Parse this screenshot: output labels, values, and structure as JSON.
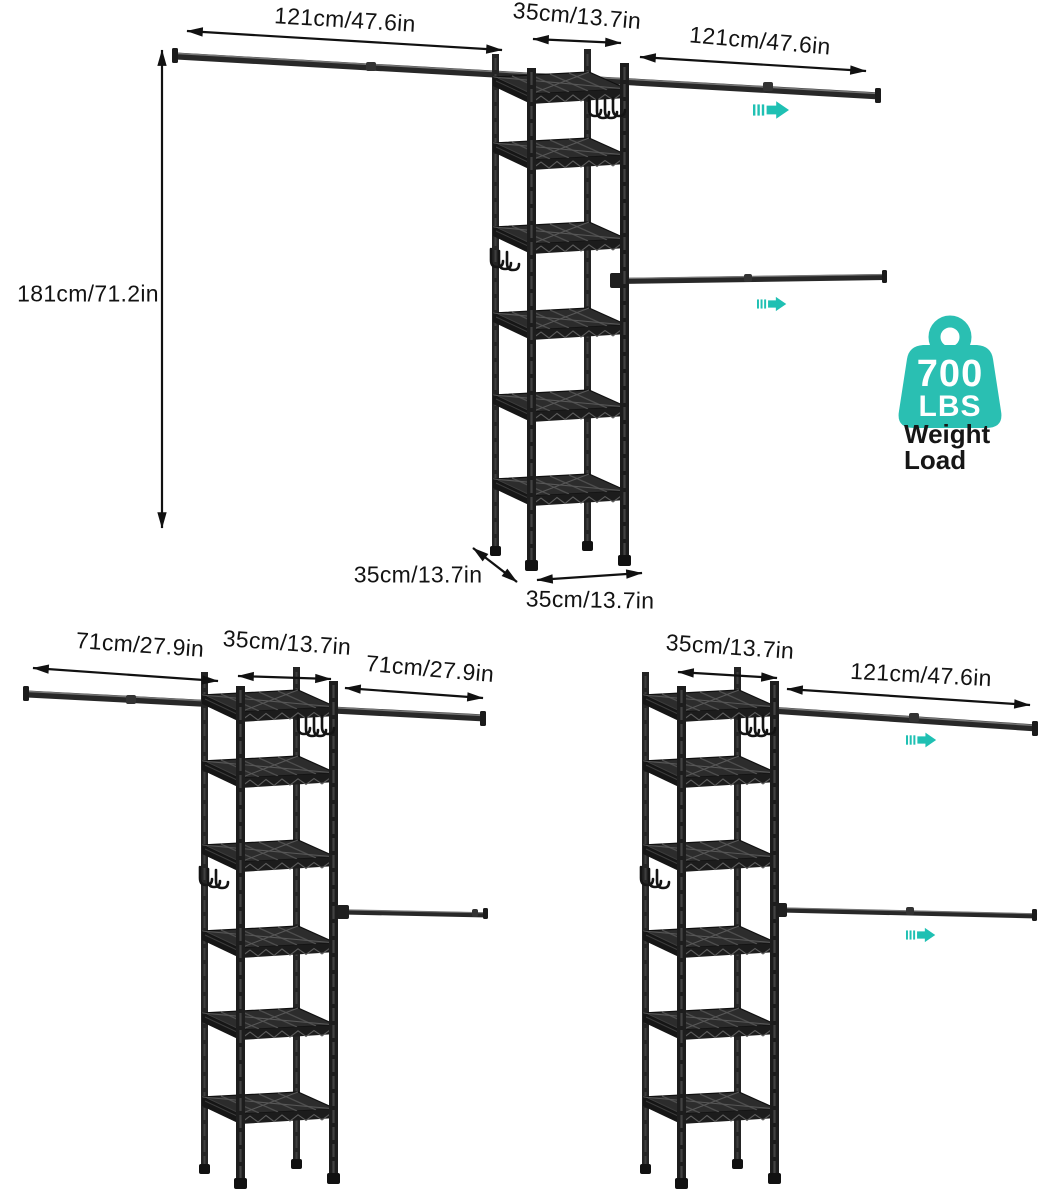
{
  "colors": {
    "accent": "#2ABFB2",
    "line": "#111111",
    "rack": "#1F1F1F",
    "background": "#FFFFFF"
  },
  "icons": {
    "weight_load": "kettlebell-weight-icon",
    "extend": "teal-extend-arrow-icon"
  },
  "main_config": {
    "left_rod_length": "121cm/47.6in",
    "shelf_width": "35cm/13.7in",
    "right_rod_length": "121cm/47.6in",
    "height": "181cm/71.2in",
    "shelf_depth": "35cm/13.7in",
    "base_width": "35cm/13.7in",
    "weight_badge": {
      "value": "700",
      "unit": "LBS",
      "caption": "Weight Load"
    }
  },
  "config_two": {
    "left_rod_length": "71cm/27.9in",
    "shelf_width": "35cm/13.7in",
    "right_rod_length": "71cm/27.9in"
  },
  "config_three": {
    "shelf_width": "35cm/13.7in",
    "right_rod_length": "121cm/47.6in"
  }
}
